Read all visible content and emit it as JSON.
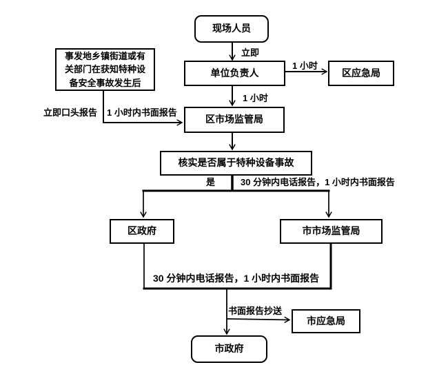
{
  "nodes": {
    "onsite_personnel": {
      "label": "现场人员"
    },
    "local_note": {
      "label": "事发地乡镇街道或有关部门在获知特种设备安全事故发生后"
    },
    "unit_head": {
      "label": "单位负责人"
    },
    "district_emergency_bureau": {
      "label": "区应急局"
    },
    "district_market_bureau": {
      "label": "区市场监管局"
    },
    "verify": {
      "label": "核实是否属于特种设备事故"
    },
    "district_government": {
      "label": "区政府"
    },
    "city_market_bureau": {
      "label": "市市场监管局"
    },
    "city_emergency_bureau": {
      "label": "市应急局"
    },
    "city_government": {
      "label": "市政府"
    }
  },
  "labels": {
    "immediately": "立即",
    "one_hour_to_district_emergency": "1 小时",
    "one_hour_to_district_market": "1 小时",
    "immediate_oral_report": "立即口头报告",
    "written_report_within_1h": "1 小时内书面报告",
    "yes": "是",
    "phone_30min_written_1h_upper": "30 分钟内电话报告，1 小时内书面报告",
    "phone_30min_written_1h_lower": "30 分钟内电话报告，1 小时内书面报告",
    "written_report_copy": "书面报告抄送"
  },
  "colors": {
    "line": "#000000",
    "background": "#ffffff",
    "text": "#000000"
  }
}
